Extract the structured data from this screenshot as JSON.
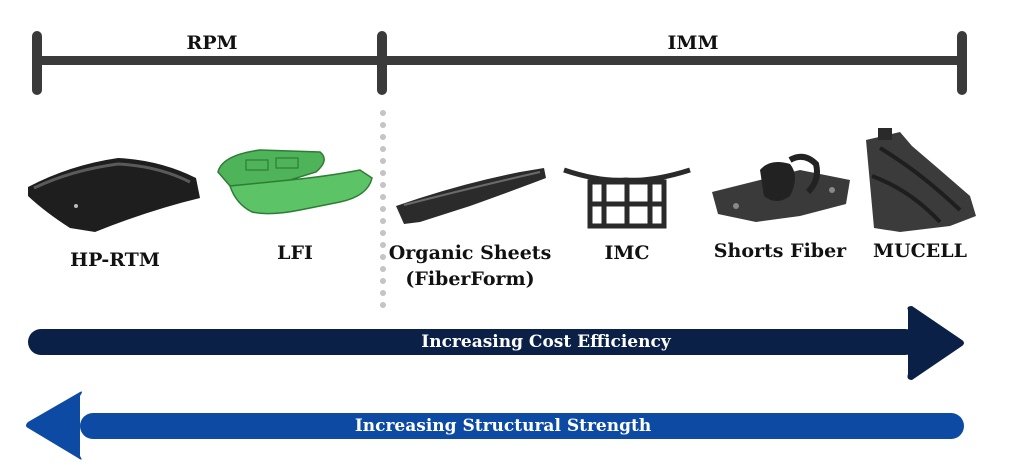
{
  "segments": {
    "rpm": "RPM",
    "imm": "IMM"
  },
  "processes": [
    {
      "label": "HP-RTM"
    },
    {
      "label": "LFI"
    },
    {
      "label": "Organic Sheets",
      "label2": "(FiberForm)"
    },
    {
      "label": "IMC"
    },
    {
      "label": "Shorts Fiber"
    },
    {
      "label": "MUCELL"
    }
  ],
  "arrows": {
    "cost": {
      "label": "Increasing Cost Efficiency",
      "color": "#0b2046"
    },
    "strength": {
      "label": "Increasing Structural Strength",
      "color": "#0c4aa3"
    }
  },
  "colors": {
    "bar": "#3a3a3a",
    "lfi_part": "#4fb35a",
    "parts": "#2a2a2a"
  }
}
